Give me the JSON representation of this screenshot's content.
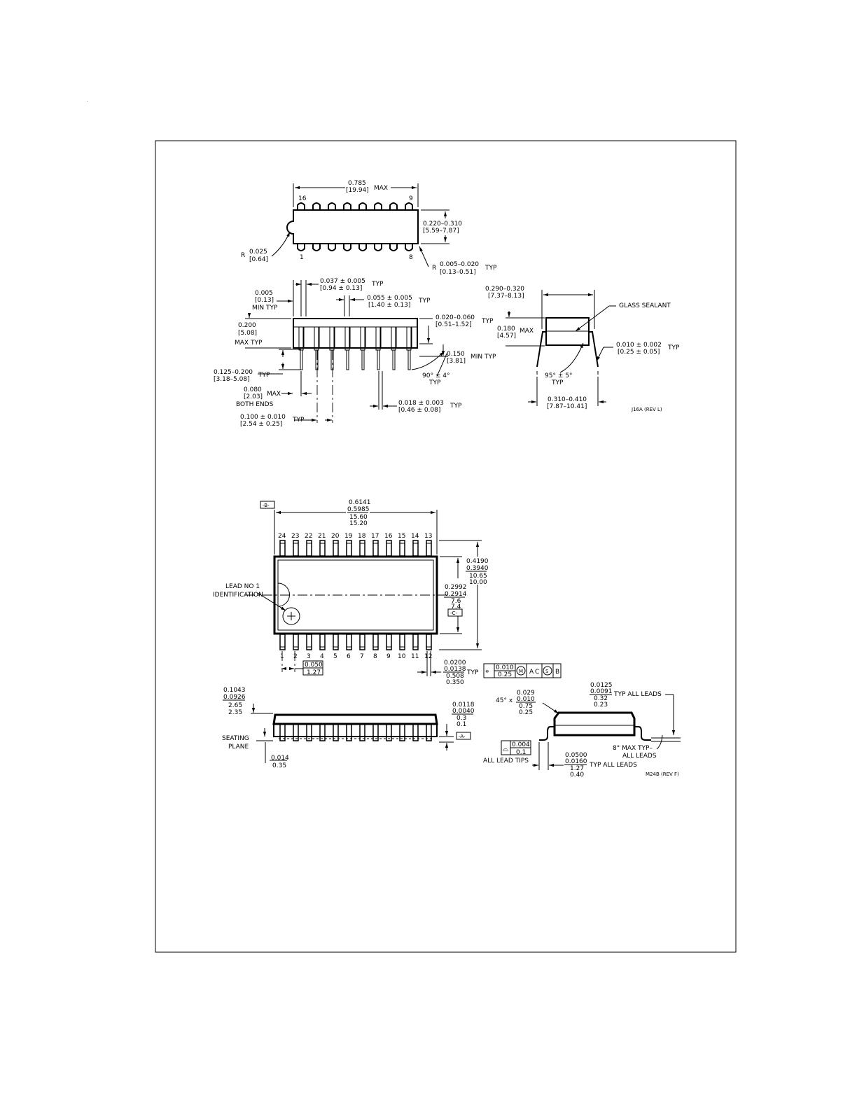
{
  "page": {
    "stray_mark": "."
  },
  "j16a": {
    "top": {
      "length": {
        "val": "0.785",
        "mm": "[19.94]",
        "note": "MAX"
      },
      "pin16": "16",
      "pin9": "9",
      "pin1": "1",
      "pin8": "8",
      "width": {
        "val": "0.220–0.310",
        "mm": "[5.59–7.87]"
      },
      "notch_r": {
        "prefix": "R",
        "val": "0.025",
        "mm": "[0.64]"
      },
      "corner_r": {
        "prefix": "R",
        "val": "0.005–0.020",
        "mm": "[0.13–0.51]",
        "note": "TYP"
      }
    },
    "side": {
      "lead_shoulder": {
        "val": "0.037 ± 0.005",
        "mm": "[0.94 ± 0.13]",
        "note": "TYP"
      },
      "end_gap": {
        "val": "0.005",
        "mm": "[0.13]",
        "note": "MIN TYP"
      },
      "lead_upper": {
        "val": "0.055 ± 0.005",
        "mm": "[1.40 ± 0.13]",
        "note": "TYP"
      },
      "body_height": {
        "val": "0.200",
        "mm": "[5.08]",
        "note": "MAX TYP"
      },
      "base_thk": {
        "val": "0.020–0.060",
        "mm": "[0.51–1.52]",
        "note": "TYP"
      },
      "seat_min": {
        "val": "0.150",
        "mm": "[3.81]",
        "note": "MIN TYP"
      },
      "lead_len": {
        "val": "0.125–0.200",
        "mm": "[3.18–5.08]",
        "note": "TYP"
      },
      "lead_angle": {
        "val": "90° ± 4°",
        "note": "TYP"
      },
      "end_max": {
        "val": "0.080",
        "mm": "[2.03]",
        "note": "MAX",
        "note2": "BOTH ENDS"
      },
      "lead_width": {
        "val": "0.018 ± 0.003",
        "mm": "[0.46 ± 0.08]",
        "note": "TYP"
      },
      "pitch": {
        "val": "0.100 ± 0.010",
        "mm": "[2.54 ± 0.25]",
        "note": "TYP"
      }
    },
    "end": {
      "width": {
        "val": "0.290–0.320",
        "mm": "[7.37–8.13]"
      },
      "sealant": "GLASS SEALANT",
      "height": {
        "val": "0.180",
        "mm": "[4.57]",
        "note": "MAX"
      },
      "lead_thk": {
        "val": "0.010 ± 0.002",
        "mm": "[0.25 ± 0.05]",
        "note": "TYP"
      },
      "angle": {
        "val": "95° ± 5°",
        "note": "TYP"
      },
      "span": {
        "val": "0.310–0.410",
        "mm": "[7.87–10.41]"
      },
      "rev": "J16A (REV L)"
    }
  },
  "m24b": {
    "top": {
      "datum_b": "-B-",
      "length": {
        "in_max": "0.6141",
        "in_min": "0.5985",
        "mm_max": "15.60",
        "mm_min": "15.20"
      },
      "top_pins": [
        "24",
        "23",
        "22",
        "21",
        "20",
        "19",
        "18",
        "17",
        "16",
        "15",
        "14",
        "13"
      ],
      "bottom_pins": [
        "1",
        "2",
        "3",
        "4",
        "5",
        "6",
        "7",
        "8",
        "9",
        "10",
        "11",
        "12"
      ],
      "overall_width": {
        "in_max": "0.4190",
        "in_min": "0.3940",
        "mm_max": "10.65",
        "mm_min": "10.00"
      },
      "body_width": {
        "in_max": "0.2992",
        "in_min": "0.2914",
        "mm_max": "7.6",
        "mm_min": "7.4"
      },
      "datum_c": "-C-",
      "lead_id": {
        "line1": "LEAD NO 1",
        "line2": "IDENTIFICATION"
      },
      "pitch": {
        "in": "0.050",
        "mm": "1.27"
      },
      "lead_width": {
        "in_max": "0.0200",
        "in_min": "0.0138",
        "mm_max": "0.508",
        "mm_min": "0.350",
        "note": "TYP"
      },
      "fcf": {
        "sym": "⌖",
        "tol_in": "0.010",
        "tol_mm": "0.25",
        "m": "M",
        "a": "A",
        "c": "C",
        "s": "S",
        "b": "B"
      }
    },
    "side": {
      "height": {
        "in_max": "0.1043",
        "in_min": "0.0926",
        "mm_max": "2.65",
        "mm_min": "2.35"
      },
      "standoff": {
        "in_max": "0.0118",
        "in_min": "0.0040",
        "mm_max": "0.3",
        "mm_min": "0.1"
      },
      "datum_a": "-A-",
      "seating": {
        "line1": "SEATING",
        "line2": "PLANE"
      },
      "lead_gap": {
        "in": "0.014",
        "mm": "0.35"
      }
    },
    "end": {
      "chamfer_prefix": "45° x",
      "chamfer": {
        "in_max": "0.029",
        "in_min": "0.010",
        "mm_max": "0.75",
        "mm_min": "0.25"
      },
      "lead_thk": {
        "in_max": "0.0125",
        "in_min": "0.0091",
        "mm_max": "0.32",
        "mm_min": "0.23",
        "note": "TYP ALL LEADS"
      },
      "coplanar": {
        "sym": "⌓",
        "in": "0.004",
        "mm": "0.1",
        "note": "ALL LEAD TIPS"
      },
      "foot": {
        "in_max": "0.0500",
        "in_min": "0.0160",
        "mm_max": "1.27",
        "mm_min": "0.40",
        "note": "TYP ALL LEADS"
      },
      "angle": {
        "line1": "8° MAX TYP–",
        "line2": "ALL LEADS"
      },
      "rev": "M24B (REV F)"
    }
  }
}
